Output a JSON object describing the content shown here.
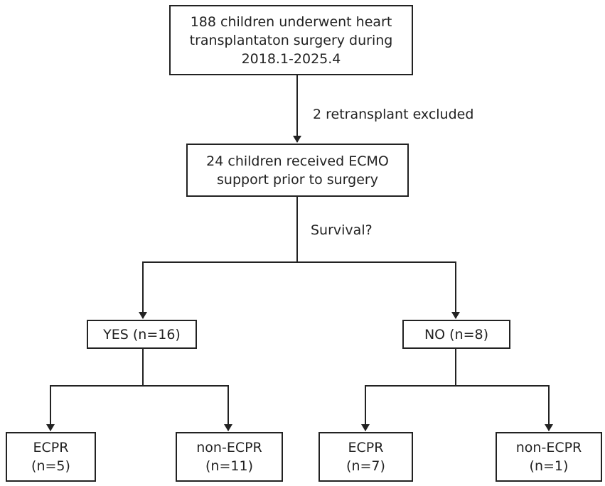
{
  "nodes": {
    "total": {
      "lines": [
        "188 children underwent heart",
        "transplantaton surgery during",
        "2018.1-2025.4"
      ]
    },
    "ecmo": {
      "lines": [
        "24 children received ECMO",
        "support prior to surgery"
      ]
    },
    "survived": {
      "lines": [
        "YES (n=16)"
      ]
    },
    "died": {
      "lines": [
        "NO (n=8)"
      ]
    },
    "survived_ecpr": {
      "lines": [
        "ECPR",
        "(n=5)"
      ]
    },
    "survived_non_ecpr": {
      "lines": [
        "non-ECPR",
        "(n=11)"
      ]
    },
    "died_ecpr": {
      "lines": [
        "ECPR",
        "(n=7)"
      ]
    },
    "died_non_ecpr": {
      "lines": [
        "non-ECPR",
        "(n=1)"
      ]
    }
  },
  "edge_labels": {
    "exclusion": "2 retransplant excluded",
    "decision": "Survival?"
  },
  "colors": {
    "line": "#222222",
    "text": "#222222",
    "background": "#ffffff"
  }
}
